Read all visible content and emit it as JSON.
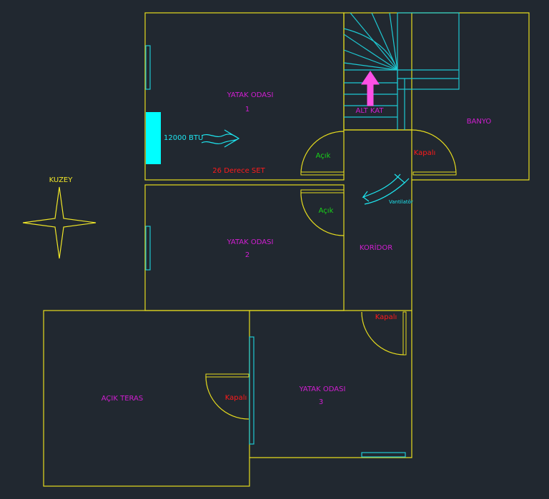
{
  "rooms": {
    "bedroom1_title": "YATAK ODASI",
    "bedroom1_num": "1",
    "bedroom2_title": "YATAK ODASI",
    "bedroom2_num": "2",
    "bedroom3_title": "YATAK ODASI",
    "bedroom3_num": "3",
    "bathroom": "BANYO",
    "corridor": "KORİDOR",
    "terrace": "AÇIK TERAS",
    "downstairs": "ALT KAT"
  },
  "labels": {
    "ac_capacity": "12000 BTU",
    "ac_setpoint": "26 Derece SET",
    "fan": "Vantilatör",
    "north": "KUZEY"
  },
  "doors": {
    "bedroom1": "Açık",
    "bedroom2": "Açık",
    "bathroom": "Kapalı",
    "bedroom3": "Kapalı",
    "terrace": "Kapalı"
  },
  "colors": {
    "background": "#212830",
    "walls": "#e6dc1e",
    "room_label": "#d21ed2",
    "closed_label": "#ff1a1a",
    "open_label": "#19d219",
    "fixtures": "#1ec8d2",
    "ac_unit": "#00ffff",
    "arrow_up": "#ff50e6"
  }
}
